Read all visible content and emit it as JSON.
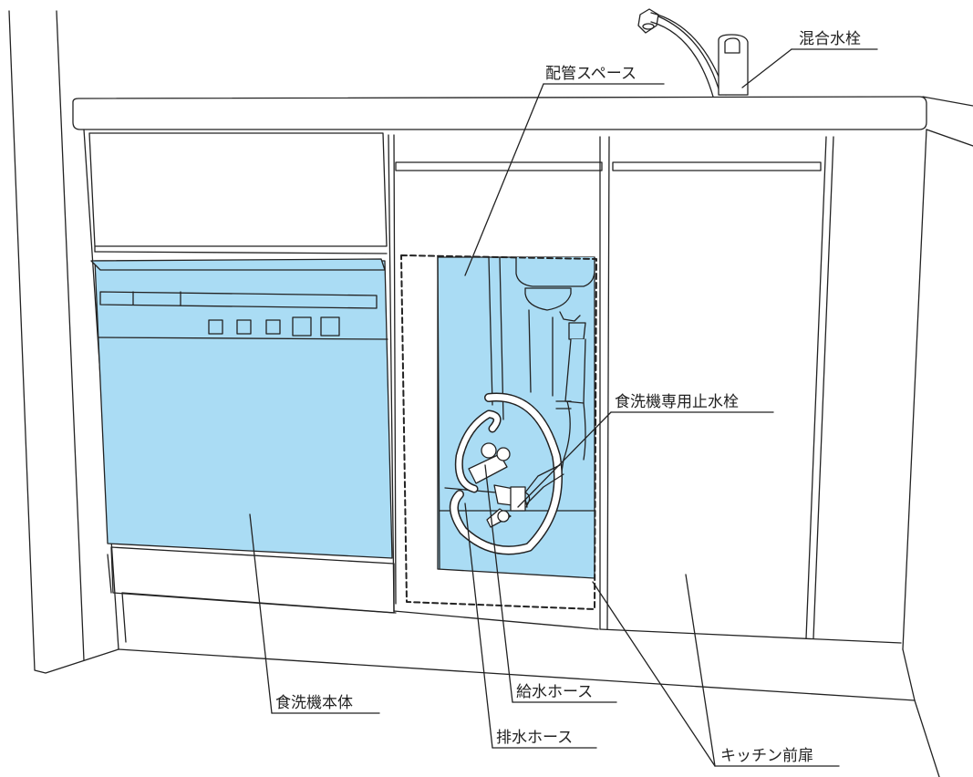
{
  "labels": {
    "mixing_faucet": "混合水栓",
    "piping_space": "配管スペース",
    "dishwasher_stop_valve": "食洗機専用止水栓",
    "dishwasher_body": "食洗機本体",
    "supply_hose": "給水ホース",
    "drain_hose": "排水ホース",
    "kitchen_front_door": "キッチン前扉"
  },
  "colors": {
    "highlight": "#aadcf4",
    "line": "#222222",
    "background": "#ffffff"
  }
}
